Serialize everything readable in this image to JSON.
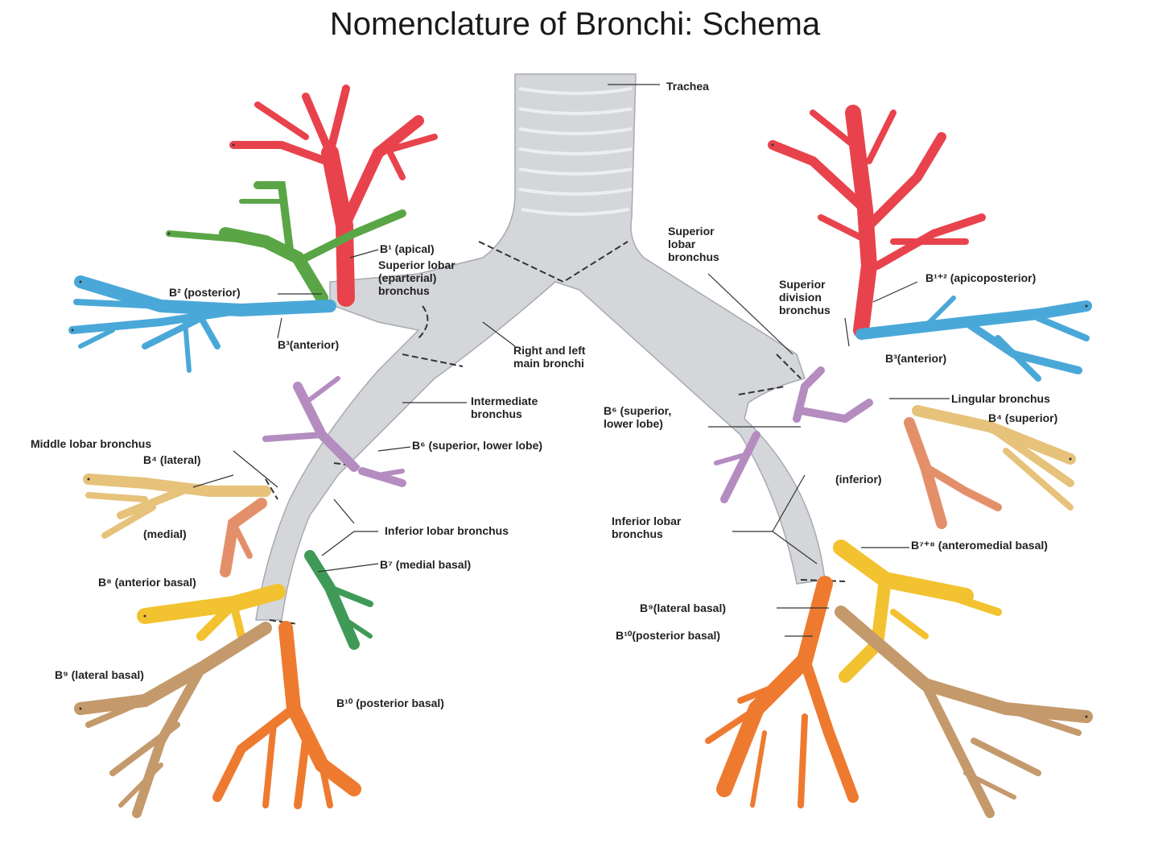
{
  "title": "Nomenclature of Bronchi: Schema",
  "colors": {
    "apical": "#e8434c",
    "posterior": "#5aa646",
    "anterior": "#4aa8d8",
    "superior_lower": "#b48cc0",
    "middle": "#e6c27a",
    "medial": "#e3906a",
    "anterior_basal": "#f2c230",
    "medial_basal": "#3f9a58",
    "lateral_basal": "#c49a6c",
    "posterior_basal": "#ee7a30",
    "trunk": "#d4d6da"
  },
  "labels": {
    "trachea": "Trachea",
    "b1_apical": "B¹ (apical)",
    "superior_lobar_right": "Superior lobar (eparterial) bronchus",
    "b2_posterior": "B² (posterior)",
    "b3_anterior_right": "B³(anterior)",
    "right_left_main": "Right and left main bronchi",
    "intermediate": "Intermediate bronchus",
    "b6_superior_right": "B⁶ (superior, lower lobe)",
    "middle_lobar": "Middle lobar bronchus",
    "b4_lateral": "B⁴ (lateral)",
    "b5_medial": "(medial)",
    "inferior_lobar_right": "Inferior lobar bronchus",
    "b7_medial_basal": "B⁷ (medial basal)",
    "b8_anterior_basal": "B⁸ (anterior basal)",
    "b9_lateral_basal_right": "B⁹ (lateral basal)",
    "b10_posterior_basal_right": "B¹⁰ (posterior basal)",
    "superior_lobar_left": "Superior lobar bronchus",
    "superior_division": "Superior division bronchus",
    "b12_apicoposterior": "B¹⁺² (apicoposterior)",
    "b3_anterior_left": "B³(anterior)",
    "lingular": "Lingular bronchus",
    "b6_superior_left": "B⁶ (superior, lower lobe)",
    "b4_superior_left": "B⁴ (superior)",
    "b5_inferior_left": "(inferior)",
    "inferior_lobar_left": "Inferior lobar bronchus",
    "b78_anteromedial": "B⁷⁺⁸ (anteromedial basal)",
    "b9_lateral_basal_left": "B⁹(lateral basal)",
    "b10_posterior_basal_left": "B¹⁰(posterior basal)"
  }
}
